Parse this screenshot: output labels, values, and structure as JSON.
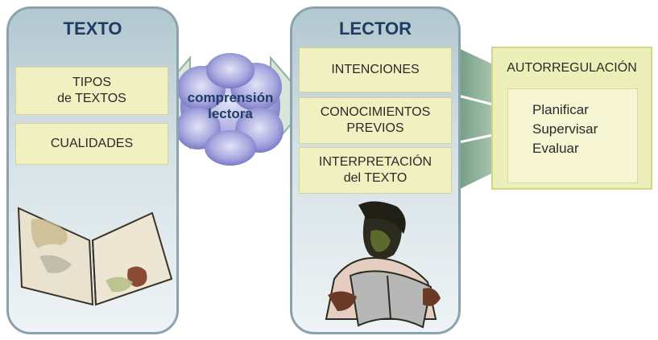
{
  "texto": {
    "title": "TEXTO",
    "box1_line1": "TIPOS",
    "box1_line2": "de TEXTOS",
    "box2": "CUALIDADES"
  },
  "center": {
    "line1": "comprensión",
    "line2": "lectora"
  },
  "lector": {
    "title": "LECTOR",
    "box1": "INTENCIONES",
    "box2_line1": "CONOCIMIENTOS",
    "box2_line2": "PREVIOS",
    "box3_line1": "INTERPRETACIÓN",
    "box3_line2": "del TEXTO"
  },
  "autorregulacion": {
    "title": "AUTORREGULACIÓN",
    "items": [
      "Planificar",
      "Supervisar",
      "Evaluar"
    ]
  },
  "colors": {
    "panel_border": "#8aa3ad",
    "title_text": "#1f3d63",
    "box_fill": "#f1f0c0",
    "funnel": "#7fa58d",
    "cloud": "#8f8fd0"
  },
  "icons": [
    "open-book-illustration",
    "reader-illustration"
  ]
}
